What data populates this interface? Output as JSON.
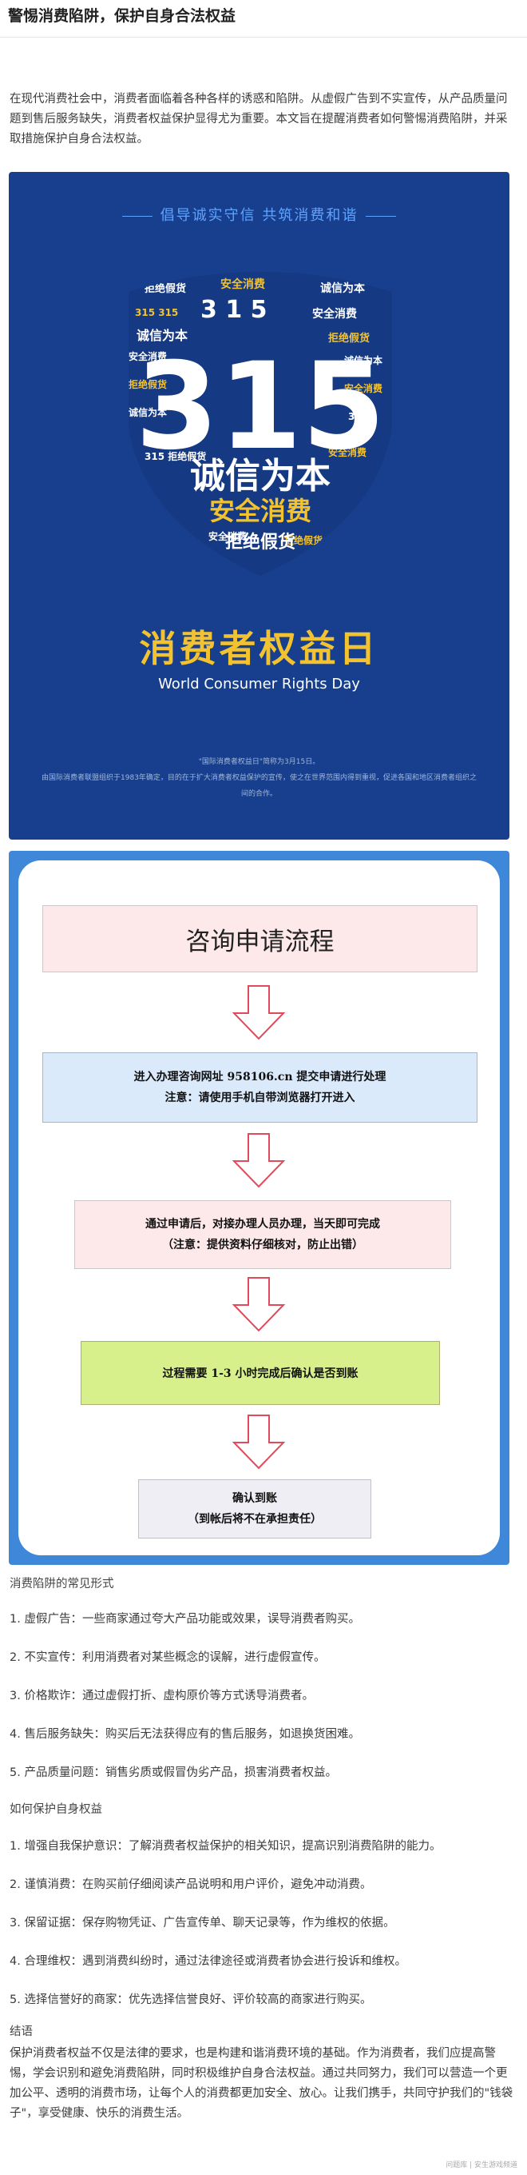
{
  "article": {
    "title": "警惕消费陷阱，保护自身合法权益",
    "intro": "在现代消费社会中，消费者面临着各种各样的诱惑和陷阱。从虚假广告到不实宣传，从产品质量问题到售后服务缺失，消费者权益保护显得尤为重要。本文旨在提醒消费者如何警惕消费陷阱，并采取措施保护自身合法权益。"
  },
  "poster": {
    "slogan": "倡导诚实守信  共筑消费和谐",
    "main_title": "消费者权益日",
    "english_title": "World Consumer Rights Day",
    "shield_words": {
      "number": "315",
      "integrity": "诚信为本",
      "safe": "安全消费",
      "reject": "拒绝假货"
    },
    "small_text": [
      "\"国际消费者权益日\"简称为3月15日。",
      "由国际消费者联盟组织于1983年确定，目的在于扩大消费者权益保护的宣传，使之在世界范围内得到重视，促进各国和地区消费者组织之间的合作。"
    ]
  },
  "flow": {
    "title": "咨询申请流程",
    "step1_line1": "进入办理咨询网址 958106.cn  提交申请进行处理",
    "step1_line2": "注意：请使用手机自带浏览器打开进入",
    "step2_line1": "通过申请后，对接办理人员办理，当天即可完成",
    "step2_line2": "（注意：提供资料仔细核对，防止出错）",
    "step3": "过程需要 1-3 小时完成后确认是否到账",
    "step4_line1": "确认到账",
    "step4_line2": "（到帐后将不在承担责任）"
  },
  "traps": {
    "heading": "消费陷阱的常见形式",
    "items": [
      "1. 虚假广告：一些商家通过夸大产品功能或效果，误导消费者购买。",
      "2. 不实宣传：利用消费者对某些概念的误解，进行虚假宣传。",
      "3. 价格欺诈：通过虚假打折、虚构原价等方式诱导消费者。",
      "4. 售后服务缺失：购买后无法获得应有的售后服务，如退换货困难。",
      "5. 产品质量问题：销售劣质或假冒伪劣产品，损害消费者权益。"
    ]
  },
  "protect": {
    "heading": "如何保护自身权益",
    "items": [
      "1. 增强自我保护意识：了解消费者权益保护的相关知识，提高识别消费陷阱的能力。",
      "2. 谨慎消费：在购买前仔细阅读产品说明和用户评价，避免冲动消费。",
      "3. 保留证据：保存购物凭证、广告宣传单、聊天记录等，作为维权的依据。",
      "4. 合理维权：遇到消费纠纷时，通过法律途径或消费者协会进行投诉和维权。",
      "5. 选择信誉好的商家：优先选择信誉良好、评价较高的商家进行购买。"
    ]
  },
  "conclusion": {
    "heading": "结语",
    "text": "保护消费者权益不仅是法律的要求，也是构建和谐消费环境的基础。作为消费者，我们应提高警惕，学会识别和避免消费陷阱，同时积极维护自身合法权益。通过共同努力，我们可以营造一个更加公平、透明的消费市场，让每个人的消费都更加安全、放心。让我们携手，共同守护我们的\"钱袋子\"，享受健康、快乐的消费生活。"
  },
  "footer": {
    "credit": "问题库 | 安生游戏频道"
  },
  "colors": {
    "poster_bg": "#173f8e",
    "poster_gold": "#f2c230",
    "flow_frame": "#3f87d9",
    "arrow": "#e04a5a"
  }
}
